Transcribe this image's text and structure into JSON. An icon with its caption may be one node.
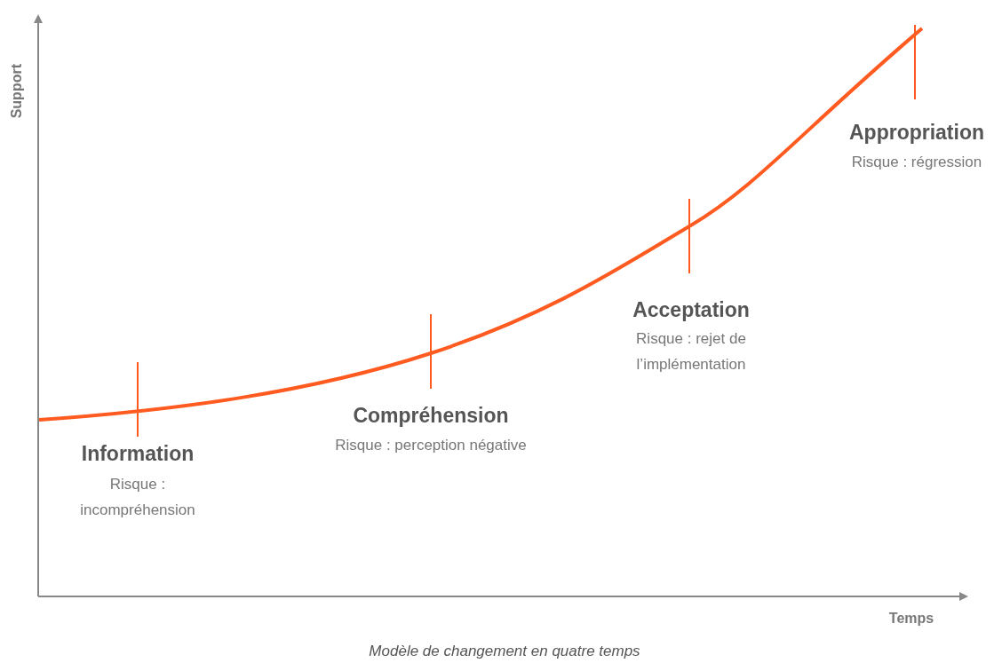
{
  "diagram": {
    "caption": "Modèle de changement en quatre temps",
    "labels": [
      "Support",
      "Appropriation",
      "Risque : régression",
      "Acceptation",
      "Risque : rejet de l’implémentation",
      "Compréhension",
      "Risque : perception négative",
      "Information",
      "Risque : incompréhension",
      "Temps"
    ]
  }
}
